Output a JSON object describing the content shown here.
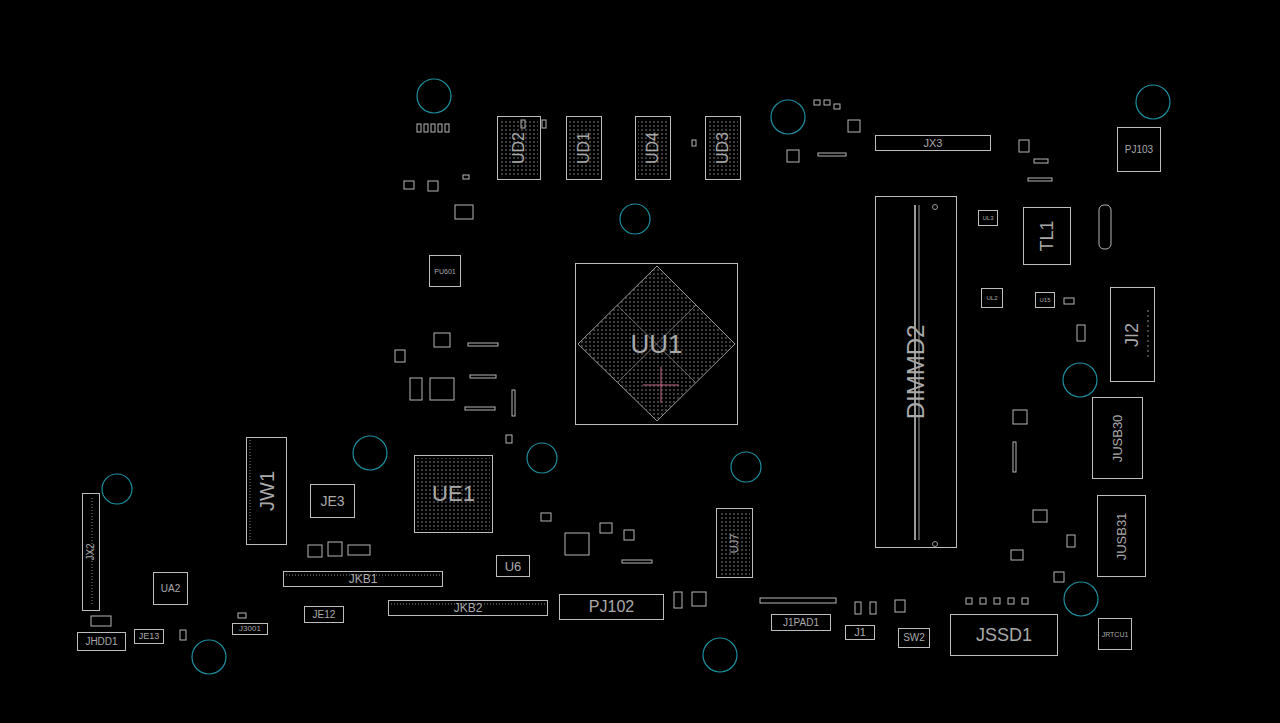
{
  "diagram": {
    "nodes": [
      {
        "text": [
          "UD2"
        ]
      },
      {
        "text": [
          "UD1"
        ]
      },
      {
        "text": [
          "UD4"
        ]
      },
      {
        "text": [
          "UD3"
        ]
      },
      {
        "text": [
          "JX3"
        ]
      },
      {
        "text": [
          "PJ103"
        ]
      },
      {
        "text": [
          "UL3"
        ]
      },
      {
        "text": [
          "TL1"
        ]
      },
      {
        "text": [
          "PU601"
        ]
      },
      {
        "text": [
          "UU1"
        ]
      },
      {
        "text": [
          "DIMMD2"
        ]
      },
      {
        "text": [
          "UL2"
        ]
      },
      {
        "text": [
          "U15"
        ]
      },
      {
        "text": [
          "JI2"
        ]
      },
      {
        "text": [
          "JUSB30"
        ]
      },
      {
        "text": [
          "JW1"
        ]
      },
      {
        "text": [
          "JE3"
        ]
      },
      {
        "text": [
          "UE1"
        ]
      },
      {
        "text": [
          "JUSB31"
        ]
      },
      {
        "text": [
          "UJ7"
        ]
      },
      {
        "text": [
          "JX2"
        ]
      },
      {
        "text": [
          "U6"
        ]
      },
      {
        "text": [
          "UA2"
        ]
      },
      {
        "text": [
          "JKB1"
        ]
      },
      {
        "text": [
          "PJ102"
        ]
      },
      {
        "text": [
          "JKB2"
        ]
      },
      {
        "text": [
          "JE12"
        ]
      },
      {
        "text": [
          "J1PAD1"
        ]
      },
      {
        "text": [
          "J1"
        ]
      },
      {
        "text": [
          "SW2"
        ]
      },
      {
        "text": [
          "JSSD1"
        ]
      },
      {
        "text": [
          "JRTCU1"
        ]
      },
      {
        "text": [
          "J3001"
        ]
      },
      {
        "text": [
          "JE13"
        ]
      },
      {
        "text": [
          "JHDD1"
        ]
      }
    ]
  }
}
